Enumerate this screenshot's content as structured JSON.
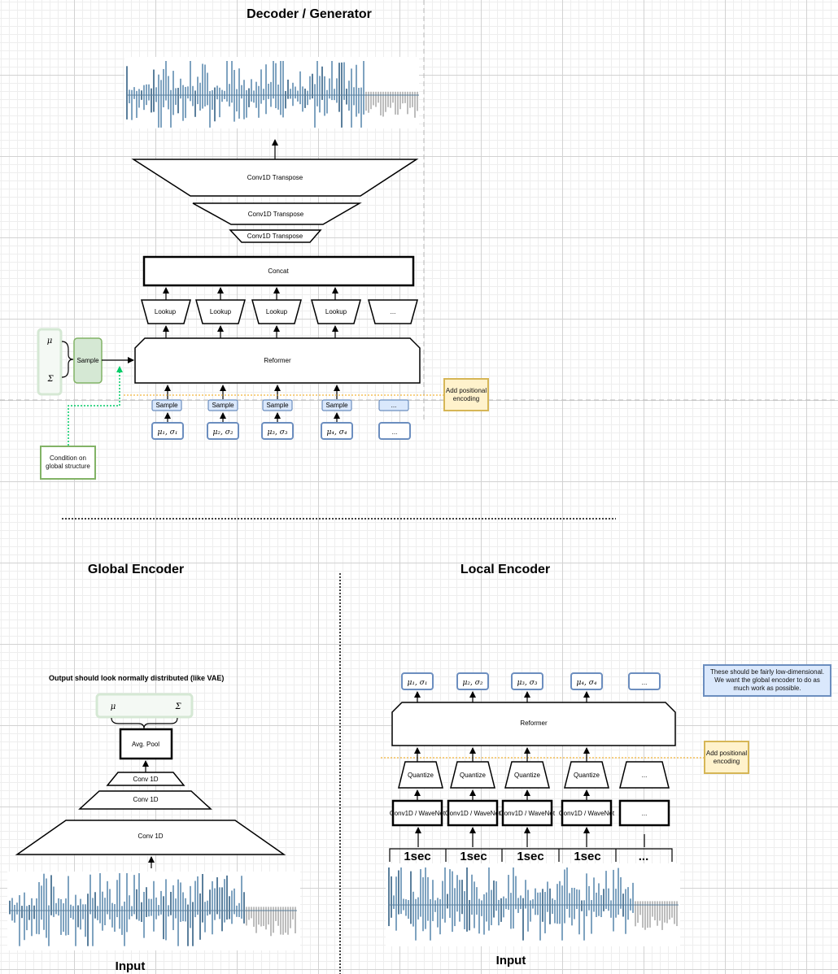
{
  "titles": {
    "decoder": "Decoder / Generator",
    "global": "Global Encoder",
    "local": "Local Encoder"
  },
  "input_label": "Input",
  "decoder": {
    "conv_transpose": [
      "Conv1D Transpose",
      "Conv1D Transpose",
      "Conv1D Transpose"
    ],
    "concat": "Concat",
    "lookup": [
      "Lookup",
      "Lookup",
      "Lookup",
      "Lookup",
      "..."
    ],
    "reformer": "Reformer",
    "sample_small": [
      "Sample",
      "Sample",
      "Sample",
      "Sample",
      "..."
    ],
    "params": [
      "μ₁, σ₁",
      "μ₂, σ₂",
      "μ₃, σ₃",
      "μ₄, σ₄",
      "..."
    ],
    "global_mu": "μ",
    "global_sigma": "Σ",
    "sample": "Sample",
    "add_positional": "Add positional encoding",
    "condition": "Condition on global structure"
  },
  "global_encoder": {
    "caption": "Output should look normally distributed (like VAE)",
    "mu": "μ",
    "sigma": "Σ",
    "avg_pool": "Avg. Pool",
    "conv": [
      "Conv 1D",
      "Conv 1D",
      "Conv 1D"
    ]
  },
  "local_encoder": {
    "params": [
      "μ₁, σ₁",
      "μ₂, σ₂",
      "μ₃, σ₃",
      "μ₄, σ₄",
      "..."
    ],
    "reformer": "Reformer",
    "quantize": [
      "Quantize",
      "Quantize",
      "Quantize",
      "Quantize",
      "..."
    ],
    "conv": [
      "Conv1D / WaveNet",
      "Conv1D / WaveNet",
      "Conv1D / WaveNet",
      "Conv1D / WaveNet",
      "..."
    ],
    "segments": [
      "1sec",
      "1sec",
      "1sec",
      "1sec",
      "..."
    ],
    "note_lowdim": "These should be fairly low-dimensional. We want the global encoder to do as much work as possible.",
    "add_positional": "Add positional encoding"
  },
  "colors": {
    "wave_blue": "#7fa3c0",
    "wave_dark": "#5b7f9c",
    "wave_gray": "#bdbdbd",
    "green_fill": "#d5e8d4",
    "green_stroke": "#82b366",
    "blue_fill": "#dae8fc",
    "blue_stroke": "#6c8ebf",
    "yellow_fill": "#fff2cc",
    "yellow_stroke": "#d6b656",
    "dashed_orange": "#f0a30a",
    "dashed_green": "#00cc66"
  }
}
